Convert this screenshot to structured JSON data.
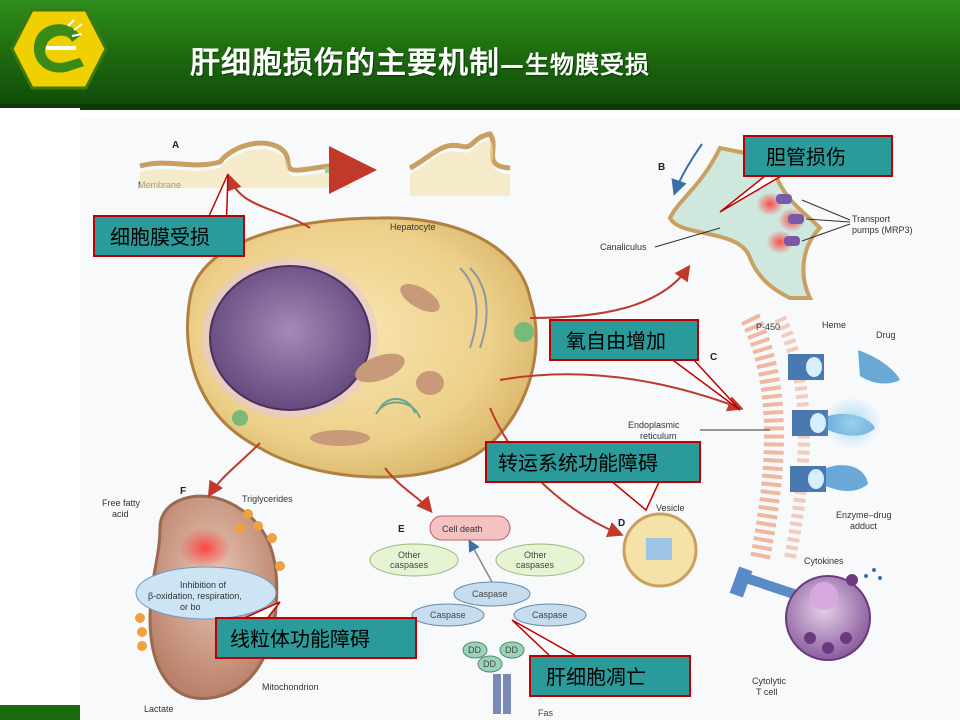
{
  "title": {
    "main": "肝细胞损伤的主要机制",
    "sub": "—生物膜受损"
  },
  "colors": {
    "header_green": "#1f6e10",
    "logo_yellow": "#f0d000",
    "callout_teal": "#2a9a9a",
    "callout_border": "#c00000",
    "arrow_red": "#c0392b"
  },
  "callouts": {
    "membrane": "细胞膜受损",
    "bile": "胆管损伤",
    "ros": "氧自由增加",
    "transport": "转运系统功能障碍",
    "mito": "线粒体功能障碍",
    "apoptosis": "肝细胞凋亡"
  },
  "panels": {
    "a": "A",
    "b": "B",
    "c": "C",
    "d": "D",
    "e": "E",
    "f": "F"
  },
  "labels": {
    "membrane": "Membrane",
    "hepatocyte": "Hepatocyte",
    "canaliculus": "Canaliculus",
    "transport_pumps": "Transport",
    "transport_pumps2": "pumps (MRP3)",
    "p450": "P-450",
    "heme": "Heme",
    "drug": "Drug",
    "er1": "Endoplasmic",
    "er2": "reticulum",
    "enzyme1": "Enzyme–drug",
    "enzyme2": "adduct",
    "vesicle": "Vesicle",
    "cytokines": "Cytokines",
    "cytolytic1": "Cytolytic",
    "cytolytic2": "T cell",
    "ffa1": "Free fatty",
    "ffa2": "acid",
    "triglycerides": "Triglycerides",
    "inhib1": "Inhibition of",
    "inhib2": "β-oxidation, respiration,",
    "inhib3": "or bo",
    "lactate": "Lactate",
    "mitochondrion": "Mitochondrion",
    "cell_death": "Cell death",
    "other_caspases": "Other",
    "other_caspases2": "caspases",
    "caspase": "Caspase",
    "dd": "DD",
    "fas": "Fas"
  }
}
